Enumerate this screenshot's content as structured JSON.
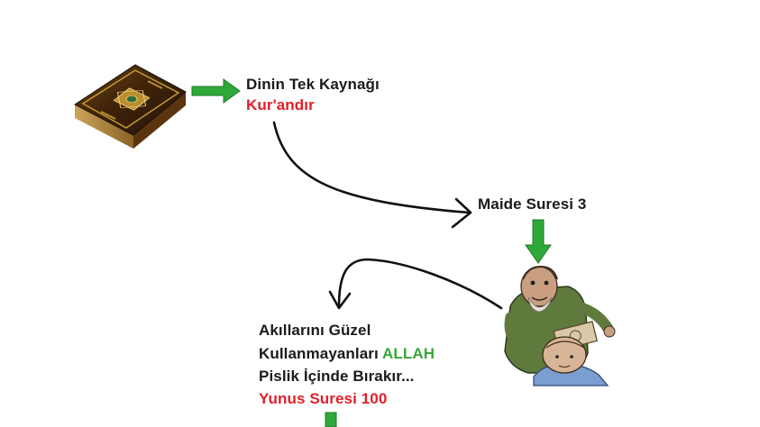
{
  "nodes": {
    "source": {
      "line1": "Dinin Tek Kaynağı",
      "line2": "Kur'andır"
    },
    "maide": {
      "label": "Maide Suresi 3"
    },
    "quote": {
      "line1": "Akıllarını Güzel",
      "line2_prefix": "Kullanmayanları ",
      "line2_highlight": "ALLAH",
      "line3": "Pislik İçinde Bırakır...",
      "ref": "Yunus Suresi 100"
    }
  },
  "icons": {
    "book": "quran-book-icon",
    "cartoon": "brain-washing-cartoon"
  },
  "colors": {
    "arrow_green": "#2fa83a",
    "reference_red": "#e0202a",
    "allah_green": "#3aa53a",
    "text_dark": "#1a1a1a"
  }
}
